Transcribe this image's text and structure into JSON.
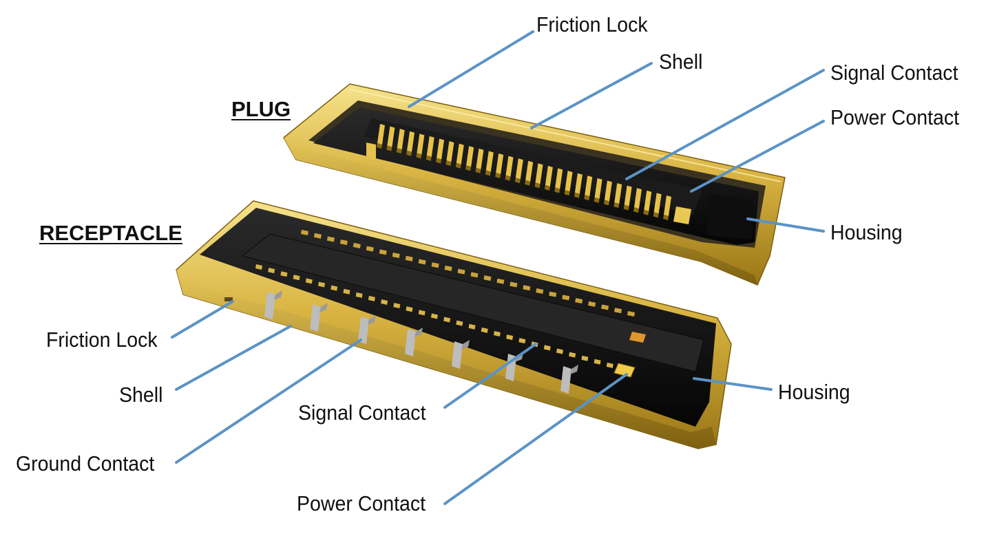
{
  "titles": {
    "plug": "PLUG",
    "receptacle": "RECEPTACLE"
  },
  "plug_labels": {
    "friction_lock": "Friction Lock",
    "shell": "Shell",
    "signal_contact": "Signal Contact",
    "power_contact": "Power Contact",
    "housing": "Housing"
  },
  "receptacle_labels": {
    "friction_lock": "Friction Lock",
    "shell": "Shell",
    "ground_contact": "Ground Contact",
    "signal_contact": "Signal Contact",
    "power_contact": "Power Contact",
    "housing": "Housing"
  },
  "colors": {
    "leader_line": "#5b93c7",
    "gold": "#c9a73a",
    "gold_light": "#f2db7a",
    "gold_dark": "#8c6d12",
    "housing_black": "#141414"
  }
}
